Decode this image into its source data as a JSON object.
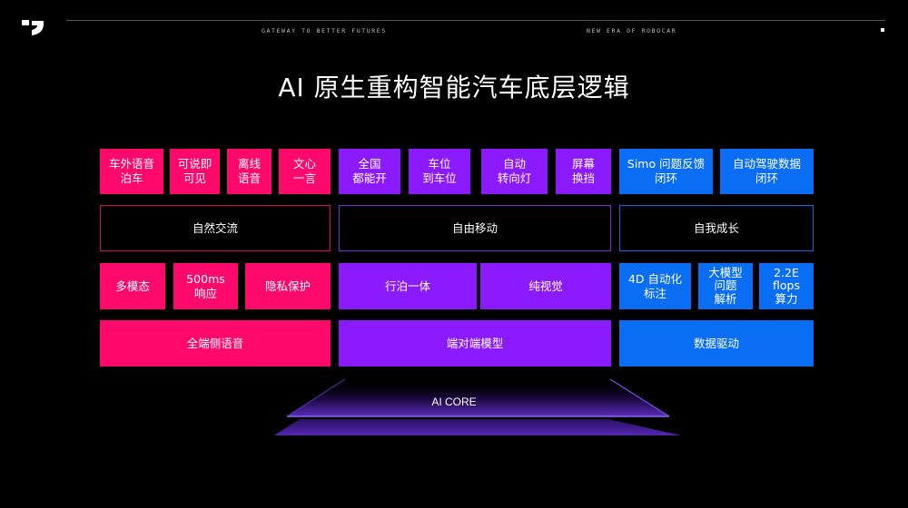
{
  "header": {
    "logo": "brand-logo",
    "tag_left": "GATEWAY TO BETTER FUTURES",
    "tag_right": "NEW ERA OF ROBOCAR"
  },
  "title": "AI 原生重构智能汽车底层逻辑",
  "colors": {
    "pink": "#ff0a6c",
    "purple": "#8c1aff",
    "blue": "#0a6ef5",
    "background": "#000000"
  },
  "columns": {
    "pink": {
      "features": [
        "车外语音\n泊车",
        "可说即\n可见",
        "离线\n语音",
        "文心\n一言"
      ],
      "pillar": "自然交流",
      "capabilities": [
        "多模态",
        "500ms\n响应",
        "隐私保护"
      ],
      "foundation": "全端侧语音"
    },
    "purple": {
      "features": [
        "全国\n都能开",
        "车位\n到车位",
        "自动\n转向灯",
        "屏幕\n换挡"
      ],
      "pillar": "自由移动",
      "capabilities": [
        "行泊一体",
        "纯视觉"
      ],
      "foundation": "端对端模型"
    },
    "blue": {
      "features": [
        "Simo 问题反馈\n闭环",
        "自动驾驶数据\n闭环"
      ],
      "pillar": "自我成长",
      "capabilities": [
        "4D 自动化\n标注",
        "大模型\n问题\n解析",
        "2.2E\nflops\n算力"
      ],
      "foundation": "数据驱动"
    }
  },
  "core": {
    "label": "AI CORE"
  }
}
